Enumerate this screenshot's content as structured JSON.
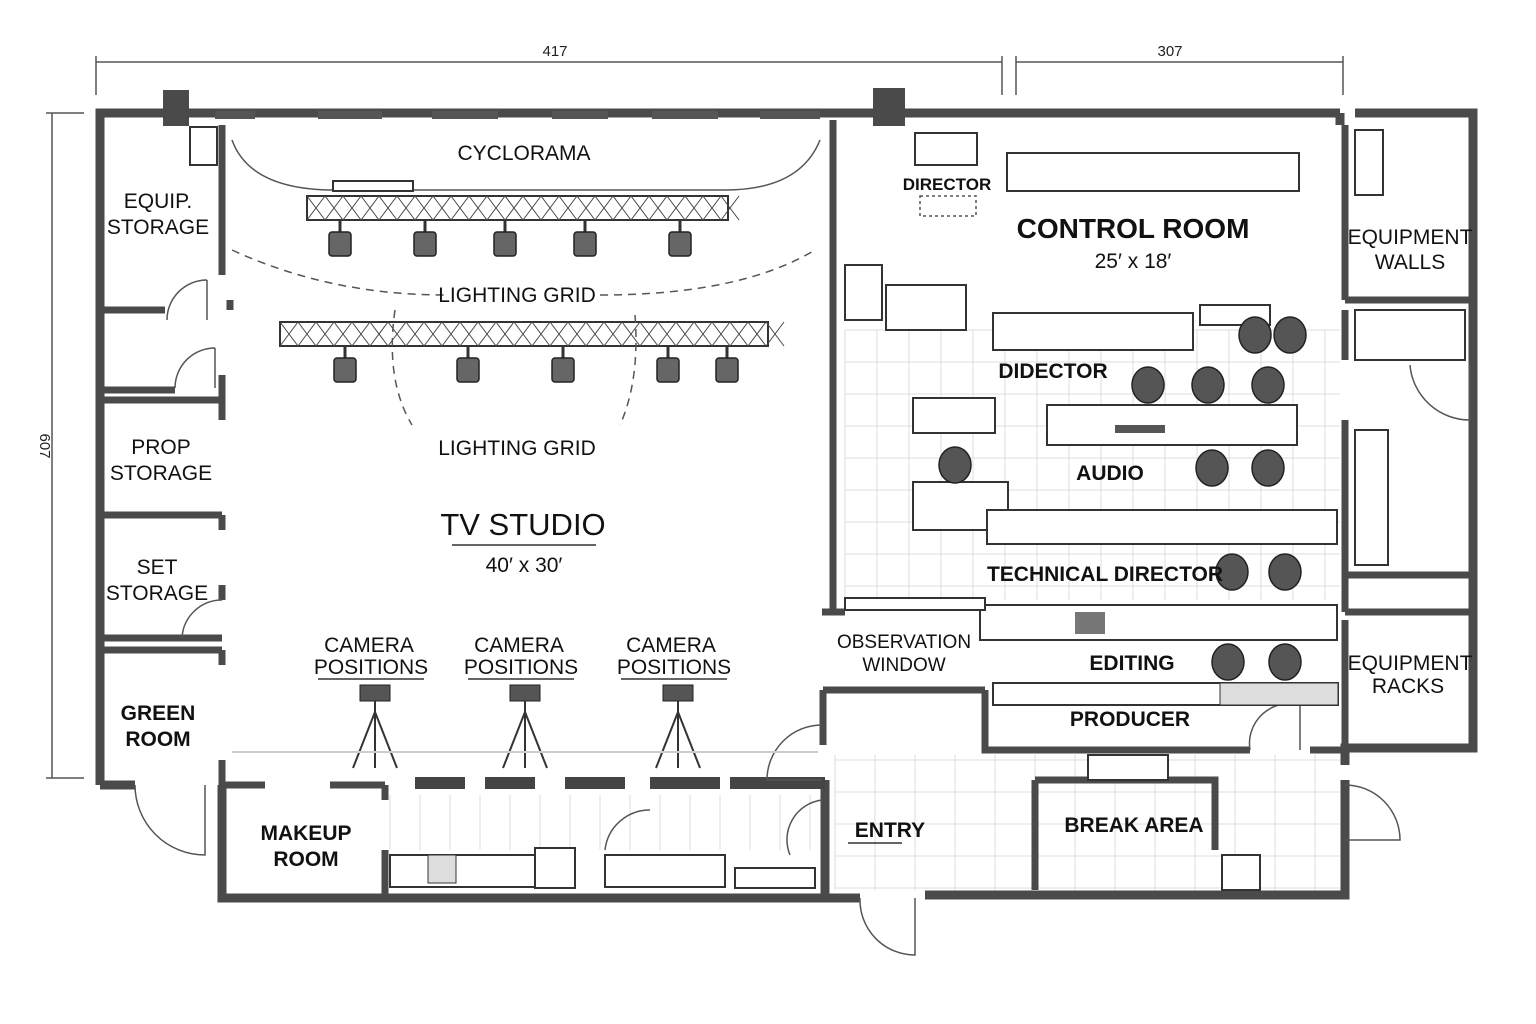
{
  "dimensions": {
    "top_left": "417",
    "top_right": "307",
    "left_side": "607"
  },
  "rooms": {
    "equip_storage": [
      "EQUIP.",
      "STORAGE"
    ],
    "prop_storage": [
      "PROP",
      "STORAGE"
    ],
    "set_storage": [
      "SET",
      "STORAGE"
    ],
    "green_room": [
      "GREEN",
      "ROOM"
    ],
    "makeup_room": [
      "MAKEUP",
      "ROOM"
    ],
    "tv_studio": {
      "name": "TV STUDIO",
      "size": "40′ x 30′"
    },
    "cyclorama": "CYCLORAMA",
    "lighting_grid_1": "LIGHTING GRID",
    "lighting_grid_2": "LIGHTING GRID",
    "camera_positions": [
      [
        "CAMERA",
        "POSITIONS"
      ],
      [
        "CAMERA",
        "POSITIONS"
      ],
      [
        "CAMERA",
        "POSITIONS"
      ]
    ],
    "control_room": {
      "name": "CONTROL ROOM",
      "size": "25′ x 18′"
    },
    "director": "DIRECTOR",
    "didector": "DIDECTOR",
    "audio": "AUDIO",
    "technical_director": "TECHNICAL DIRECTOR",
    "editing": "EDITING",
    "producer": "PRODUCER",
    "observation_window": [
      "OBSERVATION",
      "WINDOW"
    ],
    "entry": "ENTRY",
    "break_area": "BREAK AREA",
    "equipment_walls": [
      "EQUIPMENT",
      "WALLS"
    ],
    "equipment_racks": [
      "EQUIPMENT",
      "RACKS"
    ]
  }
}
